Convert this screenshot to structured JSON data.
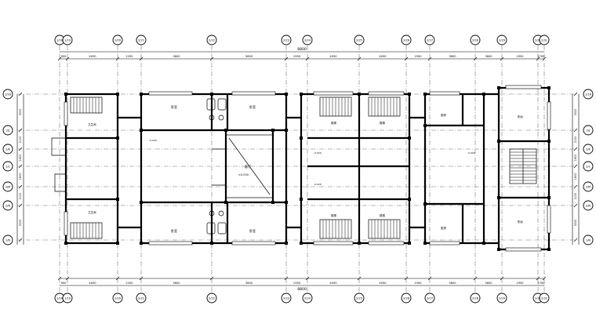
{
  "drawing": {
    "type": "architectural floor plan",
    "overall_dimension_top": "8800",
    "overall_dimension_bottom": "8800"
  },
  "axes_top": [
    "1/18",
    "1/19",
    "2/20",
    "2/21",
    "2/22",
    "2/23",
    "2/24",
    "2/25",
    "2/26",
    "2/27",
    "2/28",
    "2/29",
    "2/30",
    "2/31"
  ],
  "axes_bottom": [
    "1/18",
    "1/19",
    "2/20",
    "2/21",
    "2/22",
    "2/23",
    "2/24",
    "2/25",
    "2/26",
    "2/27",
    "2/28",
    "2/29",
    "2/30",
    "2/31"
  ],
  "axes_left": [
    "1/16",
    "2/J",
    "2/K",
    "2/L",
    "2/M",
    "2/N",
    "1/N"
  ],
  "axes_right": [
    "1/16",
    "2/J",
    "2/K",
    "2/L",
    "2/M",
    "2/N",
    "1/N"
  ],
  "dims_top": [
    "900",
    "4050",
    "2250",
    "3600",
    "3600",
    "1950",
    "4050",
    "4050",
    "1950",
    "3600",
    "3600",
    "1950",
    "2700"
  ],
  "dims_bottom": [
    "900",
    "4050",
    "2250",
    "3600",
    "3600",
    "1950",
    "4050",
    "4050",
    "1950",
    "3600",
    "3600",
    "1950",
    "2700"
  ],
  "dims_left": [
    "3000",
    "2100",
    "1800",
    "1800",
    "2100",
    "3000"
  ],
  "dims_right": [
    "3000",
    "2100",
    "1800",
    "1800",
    "2100",
    "3000"
  ],
  "room_labels": [
    "卧室",
    "卧室",
    "客厅",
    "卧室",
    "卧室",
    "卫生间",
    "卫生间",
    "楼梯",
    "楼梯",
    "楼梯",
    "楼梯",
    "厨房",
    "厨房",
    "阳台",
    "阳台"
  ],
  "elevation_marks": [
    "±0.000",
    "-0.020",
    "-0.020",
    "-0.020",
    "-0.020"
  ]
}
